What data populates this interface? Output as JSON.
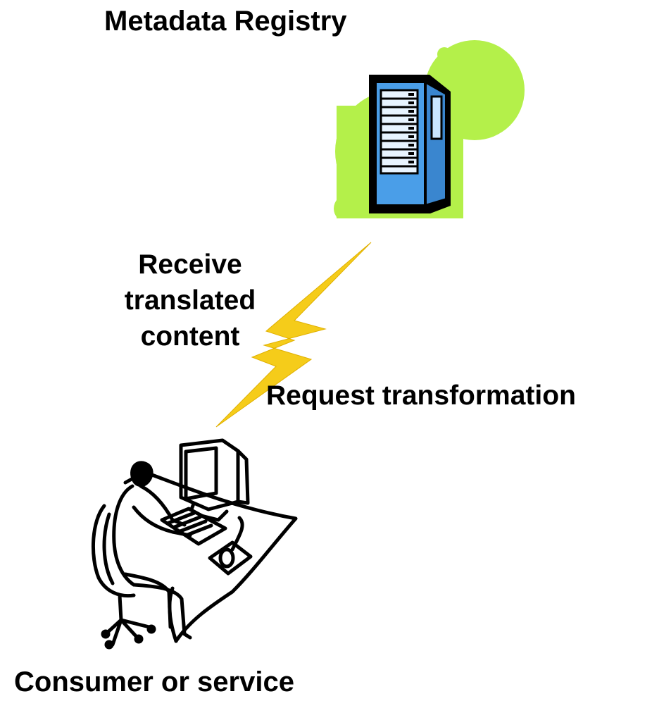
{
  "diagram": {
    "title": "Metadata Registry",
    "receive_label": [
      "Receive",
      "translated",
      "content"
    ],
    "request_label": "Request transformation",
    "consumer_label": "Consumer or service"
  },
  "icons": {
    "server": "server-rack-icon",
    "lightning": "lightning-bolt-icon",
    "user": "person-at-computer-icon"
  },
  "colors": {
    "server_body": "#4a9ee8",
    "server_background": "#b4f04a",
    "lightning": "#f5cc1a"
  }
}
